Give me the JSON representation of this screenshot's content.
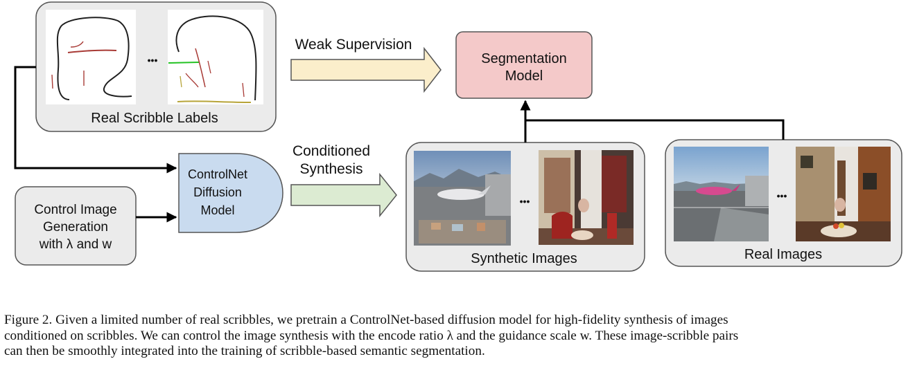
{
  "diagram": {
    "real_scribble_labels": "Real Scribble Labels",
    "ellipsis": "•••",
    "weak_supervision": "Weak Supervision",
    "segmentation_model": [
      "Segmentation",
      "Model"
    ],
    "conditioned_synthesis": [
      "Conditioned",
      "Synthesis"
    ],
    "controlnet": [
      "ControlNet",
      "Diffusion",
      "Model"
    ],
    "control_image": [
      "Control Image",
      "Generation",
      "with λ and w"
    ],
    "synthetic_images": "Synthetic Images",
    "real_images": "Real Images"
  },
  "caption": {
    "line1": "Figure 2. Given a limited number of real scribbles, we pretrain a ControlNet-based diffusion model for high-fidelity synthesis of images",
    "line2": "conditioned on scribbles. We can control the image synthesis with the encode ratio λ and the guidance scale w. These image-scribble pairs",
    "line3": "can then be smoothly integrated into the training of scribble-based semantic segmentation."
  },
  "colors": {
    "panel_fill": "#ebebeb",
    "segmentation_fill": "#f4c9c9",
    "controlnet_fill": "#c9dbef",
    "weak_arrow_fill": "#fbeecb",
    "synth_arrow_fill": "#dcebd2",
    "scribble_dark": "#222222",
    "scribble_red": "#a83a35",
    "scribble_green": "#22c222",
    "scribble_olive": "#b7a438"
  }
}
